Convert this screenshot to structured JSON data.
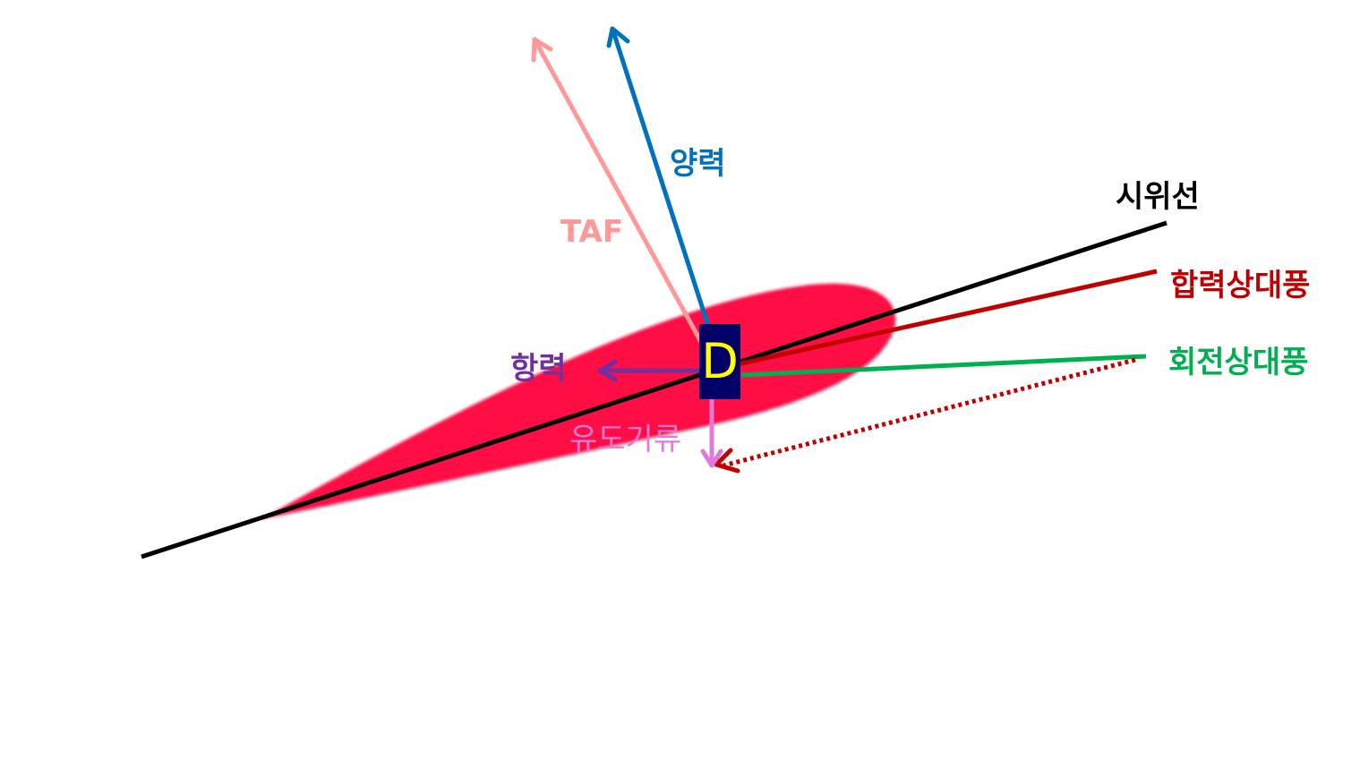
{
  "colors": {
    "airfoil": "#ff0a45",
    "chord_line": "#000000",
    "lift": "#0070c0",
    "taf": "#ff9999",
    "resultant_relative_wind": "#c00000",
    "rotational_relative_wind": "#00b050",
    "drag": "#7030a0",
    "induced_flow": "#e07ad8",
    "d_box_bg": "#000066",
    "d_box_text": "#ffff00"
  },
  "labels": {
    "lift": "양력",
    "taf": "TAF",
    "chord_line": "시위선",
    "resultant_relative_wind": "합력상대풍",
    "rotational_relative_wind": "회전상대풍",
    "drag": "항력",
    "induced_flow": "유도기류",
    "point_d": "D"
  }
}
